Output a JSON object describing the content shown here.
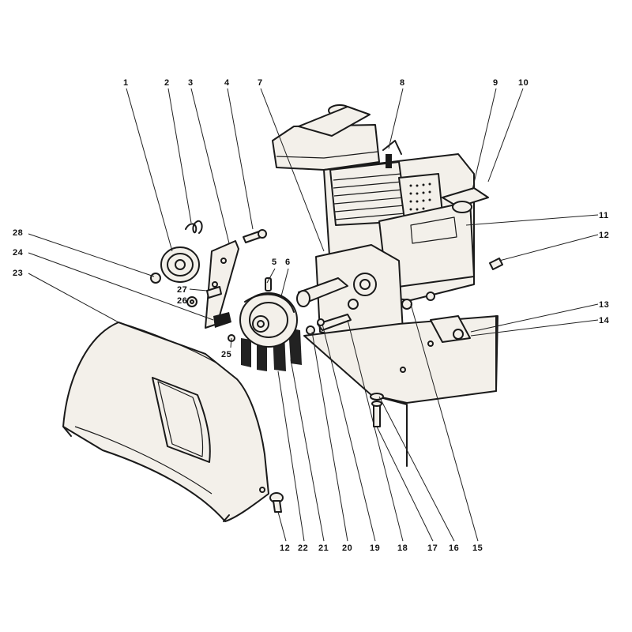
{
  "diagram": {
    "callouts": [
      {
        "id": "c1",
        "label": "1"
      },
      {
        "id": "c2",
        "label": "2"
      },
      {
        "id": "c3",
        "label": "3"
      },
      {
        "id": "c4",
        "label": "4"
      },
      {
        "id": "c5",
        "label": "5"
      },
      {
        "id": "c6",
        "label": "6"
      },
      {
        "id": "c7",
        "label": "7"
      },
      {
        "id": "c8",
        "label": "8"
      },
      {
        "id": "c9",
        "label": "9"
      },
      {
        "id": "c10",
        "label": "10"
      },
      {
        "id": "c11",
        "label": "11"
      },
      {
        "id": "c12a",
        "label": "12"
      },
      {
        "id": "c13",
        "label": "13"
      },
      {
        "id": "c14",
        "label": "14"
      },
      {
        "id": "c15",
        "label": "15"
      },
      {
        "id": "c16",
        "label": "16"
      },
      {
        "id": "c17",
        "label": "17"
      },
      {
        "id": "c18",
        "label": "18"
      },
      {
        "id": "c19",
        "label": "19"
      },
      {
        "id": "c20",
        "label": "20"
      },
      {
        "id": "c21",
        "label": "21"
      },
      {
        "id": "c22",
        "label": "22"
      },
      {
        "id": "c12b",
        "label": "12"
      },
      {
        "id": "c23",
        "label": "23"
      },
      {
        "id": "c24",
        "label": "24"
      },
      {
        "id": "c25",
        "label": "25"
      },
      {
        "id": "c26",
        "label": "26"
      },
      {
        "id": "c27",
        "label": "27"
      },
      {
        "id": "c28",
        "label": "28"
      }
    ]
  }
}
